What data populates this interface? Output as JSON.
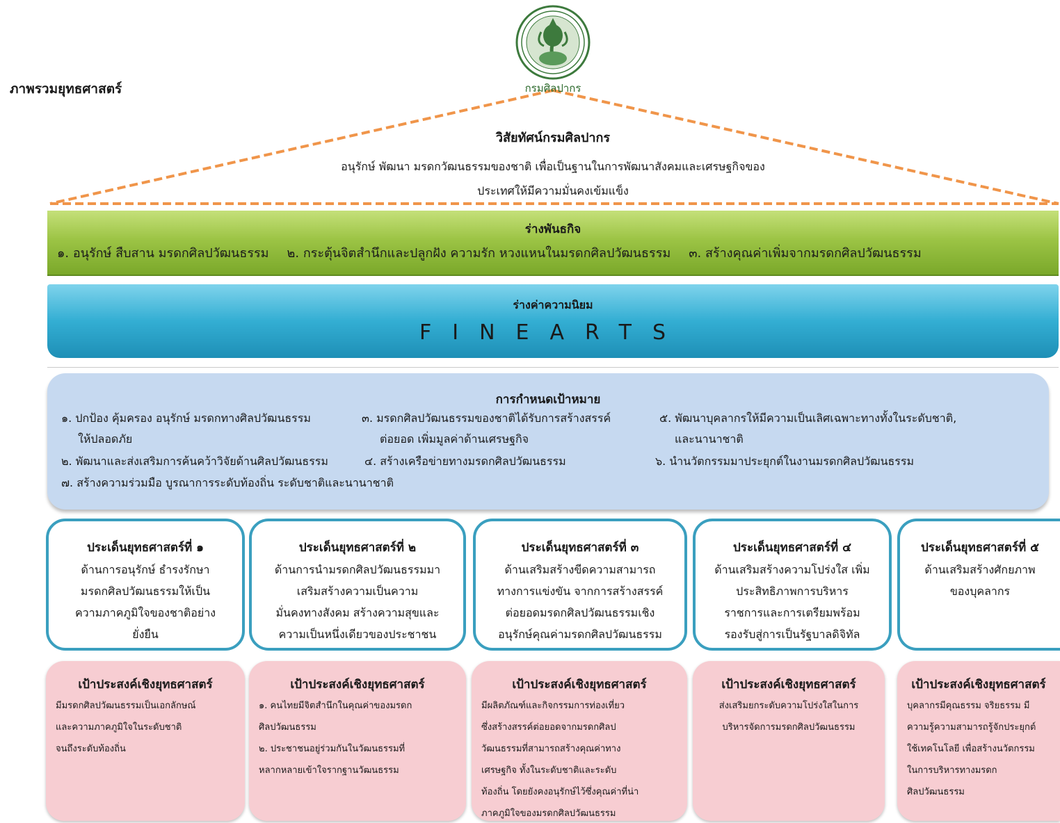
{
  "page_title": "ภาพรวมยุทธศาสตร์",
  "logo": {
    "caption": "กรมศิลปากร",
    "emblem": "ganesha-seal-icon",
    "color": "#3d7a3d"
  },
  "vision": {
    "title": "วิสัยทัศน์กรมศิลปากร",
    "line1": "อนุรักษ์ พัฒนา มรดกวัฒนธรรมของชาติ เพื่อเป็นฐานในการพัฒนาสังคมและเศรษฐกิจของ",
    "line2": "ประเทศให้มีความมั่นคงเข้มแข็ง",
    "roof_color": "#f0954a"
  },
  "mission": {
    "title": "ร่างพันธกิจ",
    "items": [
      "๑. อนุรักษ์ สืบสาน มรดกศิลปวัฒนธรรม",
      "๒. กระตุ้นจิตสำนึกและปลูกฝัง ความรัก หวงแหนในมรดกศิลปวัฒนธรรม",
      "๓. สร้างคุณค่าเพิ่มจากมรดกศิลปวัฒนธรรม"
    ],
    "color": "#9cc445"
  },
  "values": {
    "title": "ร่างค่าความนิยม",
    "word": "FINEARTS",
    "color": "#33aed3"
  },
  "goals": {
    "title": "การกำหนดเป้าหมาย",
    "g1a": "๑. ปกป้อง คุ้มครอง อนุรักษ์ มรดกทางศิลปวัฒนธรรม",
    "g1b": "ให้ปลอดภัย",
    "g3a": "๓. มรดกศิลปวัฒนธรรมของชาติได้รับการสร้างสรรค์",
    "g3b": "ต่อยอด เพิ่มมูลค่าด้านเศรษฐกิจ",
    "g5a": "๕. พัฒนาบุคลากรให้มีความเป็นเลิศเฉพาะทางทั้งในระดับชาติ,",
    "g5b": "และนานาชาติ",
    "g2": "๒. พัฒนาและส่งเสริมการค้นคว้าวิจัยด้านศิลปวัฒนธรรม",
    "g4": "๔. สร้างเครือข่ายทางมรดกศิลปวัฒนธรรม",
    "g6": "๖. นำนวัตกรรมมาประยุกต์ในงานมรดกศิลปวัฒนธรรม",
    "g7": "๗. สร้างความร่วมมือ บูรณาการระดับท้องถิ่น ระดับชาติและนานาชาติ",
    "color": "#c6d9f0"
  },
  "issues": [
    {
      "title": "ประเด็นยุทธศาสตร์ที่ ๑",
      "lines": [
        "ด้านการอนุรักษ์ ธำรงรักษา",
        "มรดกศิลปวัฒนธรรมให้เป็น",
        "ความภาคภูมิใจของชาติอย่าง",
        "ยั่งยืน"
      ]
    },
    {
      "title": "ประเด็นยุทธศาสตร์ที่ ๒",
      "lines": [
        "ด้านการนำมรดกศิลปวัฒนธรรมมา",
        "เสริมสร้างความเป็นความ",
        "มั่นคงทางสังคม สร้างความสุขและ",
        "ความเป็นหนึ่งเดียวของประชาชน"
      ]
    },
    {
      "title": "ประเด็นยุทธศาสตร์ที่ ๓",
      "lines": [
        "ด้านเสริมสร้างขีดความสามารถ",
        "ทางการแข่งขัน จากการสร้างสรรค์",
        "ต่อยอดมรดกศิลปวัฒนธรรมเชิง",
        "อนุรักษ์คุณค่ามรดกศิลปวัฒนธรรม"
      ]
    },
    {
      "title": "ประเด็นยุทธศาสตร์ที่ ๔",
      "lines": [
        "ด้านเสริมสร้างความโปร่งใส เพิ่ม",
        "ประสิทธิภาพการบริหาร",
        "ราชการและการเตรียมพร้อม",
        "รองรับสู่การเป็นรัฐบาลดิจิทัล"
      ]
    },
    {
      "title": "ประเด็นยุทธศาสตร์ที่ ๕",
      "lines": [
        "ด้านเสริมสร้างศักยภาพ",
        "ของบุคลากร"
      ]
    }
  ],
  "objectives": [
    {
      "title": "เป้าประสงค์เชิงยุทธศาสตร์",
      "lines": [
        "มีมรดกศิลปวัฒนธรรมเป็นเอกลักษณ์",
        "และความภาคภูมิใจในระดับชาติ",
        "จนถึงระดับท้องถิ่น"
      ]
    },
    {
      "title": "เป้าประสงค์เชิงยุทธศาสตร์",
      "lines": [
        "๑. คนไทยมีจิตสำนึกในคุณค่าของมรดก",
        "ศิลปวัฒนธรรม",
        "๒. ประชาชนอยู่ร่วมกันในวัฒนธรรมที่",
        "หลากหลายเข้าใจรากฐานวัฒนธรรม"
      ]
    },
    {
      "title": "เป้าประสงค์เชิงยุทธศาสตร์",
      "lines": [
        "มีผลิตภัณฑ์และกิจกรรมการท่องเที่ยว",
        "ซึ่งสร้างสรรค์ต่อยอดจากมรดกศิลป",
        "วัฒนธรรมที่สามารถสร้างคุณค่าทาง",
        "เศรษฐกิจ ทั้งในระดับชาติและระดับ",
        "ท้องถิ่น โดยยังคงอนุรักษ์ไว้ซึ่งคุณค่าที่น่า",
        "ภาคภูมิใจของมรดกศิลปวัฒนธรรม"
      ]
    },
    {
      "title": "เป้าประสงค์เชิงยุทธศาสตร์",
      "lines": [
        "ส่งเสริมยกระดับความโปร่งใสในการ",
        "บริหารจัดการมรดกศิลปวัฒนธรรม"
      ]
    },
    {
      "title": "เป้าประสงค์เชิงยุทธศาสตร์",
      "lines": [
        "บุคลากรมีคุณธรรม จริยธรรม มี",
        "ความรู้ความสามารถรู้จักประยุกต์",
        "ใช้เทคโนโลยี เพื่อสร้างนวัตกรรม",
        "ในการบริหารทางมรดก",
        "ศิลปวัฒนธรรม"
      ]
    }
  ]
}
